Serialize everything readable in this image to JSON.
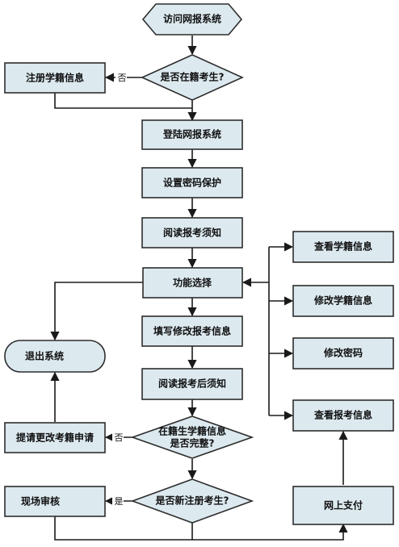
{
  "nodes": {
    "visit": "访问网报系统",
    "in_school": "是否在籍考生?",
    "register_school": "注册学籍信息",
    "login": "登陆网报系统",
    "set_password": "设置密码保护",
    "read_notice": "阅读报考须知",
    "func_select": "功能选择",
    "exit": "退出系统",
    "fill_info": "填写修改报考信息",
    "read_after_notice": "阅读报考后须知",
    "complete_line1": "在籍生学籍信息",
    "complete_line2": "是否完整?",
    "apply_change": "提请更改考籍申请",
    "new_register": "是否新注册考生?",
    "onsite_review": "现场审核",
    "view_school": "查看学籍信息",
    "edit_school": "修改学籍信息",
    "edit_password": "修改密码",
    "view_apply": "查看报考信息",
    "online_pay": "网上支付"
  },
  "edges": {
    "no1": "否",
    "no2": "否",
    "yes1": "是"
  }
}
